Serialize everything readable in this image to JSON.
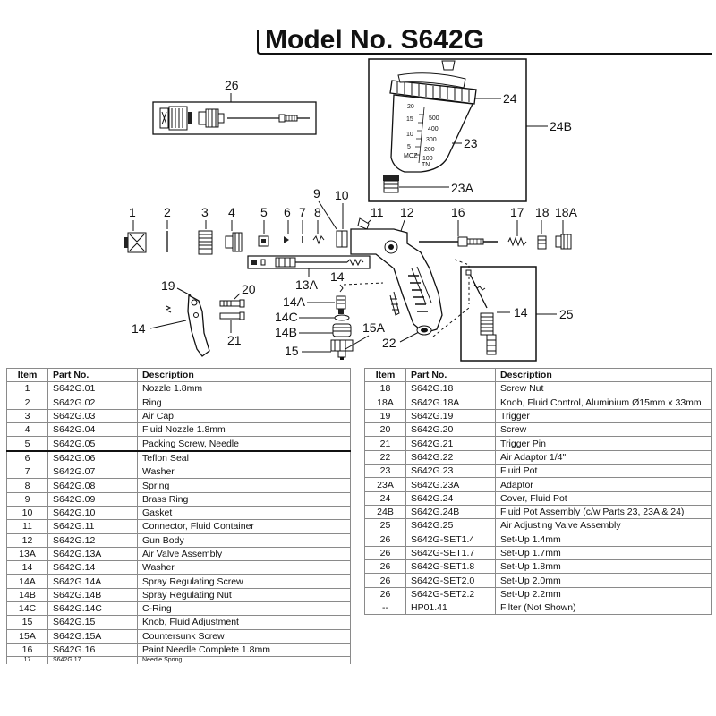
{
  "heading": "Model No. S642G",
  "callouts": {
    "c26": "26",
    "c24": "24",
    "c24b": "24B",
    "c23": "23",
    "c23a": "23A",
    "c1": "1",
    "c2": "2",
    "c3": "3",
    "c4": "4",
    "c5": "5",
    "c6": "6",
    "c7": "7",
    "c8": "8",
    "c9": "9",
    "c10": "10",
    "c11": "11",
    "c12": "12",
    "c16": "16",
    "c17": "17",
    "c18": "18",
    "c18a": "18A",
    "c13a": "13A",
    "c14_mid": "14",
    "c19": "19",
    "c20": "20",
    "c14_left": "14",
    "c21": "21",
    "c14a": "14A",
    "c14c": "14C",
    "c14b": "14B",
    "c15": "15",
    "c15a": "15A",
    "c22": "22",
    "c14_right": "14",
    "c25": "25"
  },
  "pot_scale": {
    "ml": [
      "20",
      "15",
      "10",
      "5",
      "MOZ"
    ],
    "oz": [
      "500",
      "400",
      "300",
      "200",
      "100",
      "TN"
    ]
  },
  "table_headers": {
    "item": "Item",
    "part_no": "Part No.",
    "description": "Description"
  },
  "parts_left": [
    {
      "item": "1",
      "part_no": "S642G.01",
      "description": "Nozzle 1.8mm"
    },
    {
      "item": "2",
      "part_no": "S642G.02",
      "description": "Ring"
    },
    {
      "item": "3",
      "part_no": "S642G.03",
      "description": "Air Cap"
    },
    {
      "item": "4",
      "part_no": "S642G.04",
      "description": "Fluid Nozzle 1.8mm"
    },
    {
      "item": "5",
      "part_no": "S642G.05",
      "description": "Packing Screw, Needle"
    },
    {
      "item": "6",
      "part_no": "S642G.06",
      "description": "Teflon Seal"
    },
    {
      "item": "7",
      "part_no": "S642G.07",
      "description": "Washer"
    },
    {
      "item": "8",
      "part_no": "S642G.08",
      "description": "Spring"
    },
    {
      "item": "9",
      "part_no": "S642G.09",
      "description": "Brass Ring"
    },
    {
      "item": "10",
      "part_no": "S642G.10",
      "description": "Gasket"
    },
    {
      "item": "11",
      "part_no": "S642G.11",
      "description": "Connector, Fluid Container"
    },
    {
      "item": "12",
      "part_no": "S642G.12",
      "description": "Gun Body"
    },
    {
      "item": "13A",
      "part_no": "S642G.13A",
      "description": "Air Valve Assembly"
    },
    {
      "item": "14",
      "part_no": "S642G.14",
      "description": "Washer"
    },
    {
      "item": "14A",
      "part_no": "S642G.14A",
      "description": "Spray Regulating Screw"
    },
    {
      "item": "14B",
      "part_no": "S642G.14B",
      "description": "Spray Regulating Nut"
    },
    {
      "item": "14C",
      "part_no": "S642G.14C",
      "description": "C-Ring"
    },
    {
      "item": "15",
      "part_no": "S642G.15",
      "description": "Knob, Fluid Adjustment"
    },
    {
      "item": "15A",
      "part_no": "S642G.15A",
      "description": "Countersunk Screw"
    },
    {
      "item": "16",
      "part_no": "S642G.16",
      "description": "Paint Needle Complete 1.8mm"
    },
    {
      "item": "17",
      "part_no": "S642G.17",
      "description": "Needle Spring"
    }
  ],
  "parts_right": [
    {
      "item": "18",
      "part_no": "S642G.18",
      "description": "Screw Nut"
    },
    {
      "item": "18A",
      "part_no": "S642G.18A",
      "description": "Knob, Fluid Control, Aluminium Ø15mm x 33mm"
    },
    {
      "item": "19",
      "part_no": "S642G.19",
      "description": "Trigger"
    },
    {
      "item": "20",
      "part_no": "S642G.20",
      "description": "Screw"
    },
    {
      "item": "21",
      "part_no": "S642G.21",
      "description": "Trigger Pin"
    },
    {
      "item": "22",
      "part_no": "S642G.22",
      "description": "Air Adaptor 1/4\""
    },
    {
      "item": "23",
      "part_no": "S642G.23",
      "description": "Fluid Pot"
    },
    {
      "item": "23A",
      "part_no": "S642G.23A",
      "description": "Adaptor"
    },
    {
      "item": "24",
      "part_no": "S642G.24",
      "description": "Cover, Fluid Pot"
    },
    {
      "item": "24B",
      "part_no": "S642G.24B",
      "description": "Fluid Pot Assembly (c/w Parts 23, 23A & 24)"
    },
    {
      "item": "25",
      "part_no": "S642G.25",
      "description": "Air Adjusting Valve Assembly"
    },
    {
      "item": "26",
      "part_no": "S642G-SET1.4",
      "description": "Set-Up 1.4mm"
    },
    {
      "item": "26",
      "part_no": "S642G-SET1.7",
      "description": "Set-Up 1.7mm"
    },
    {
      "item": "26",
      "part_no": "S642G-SET1.8",
      "description": "Set-Up 1.8mm"
    },
    {
      "item": "26",
      "part_no": "S642G-SET2.0",
      "description": "Set-Up 2.0mm"
    },
    {
      "item": "26",
      "part_no": "S642G-SET2.2",
      "description": "Set-Up 2.2mm"
    },
    {
      "item": "--",
      "part_no": "HP01.41",
      "description": "Filter (Not Shown)"
    }
  ]
}
